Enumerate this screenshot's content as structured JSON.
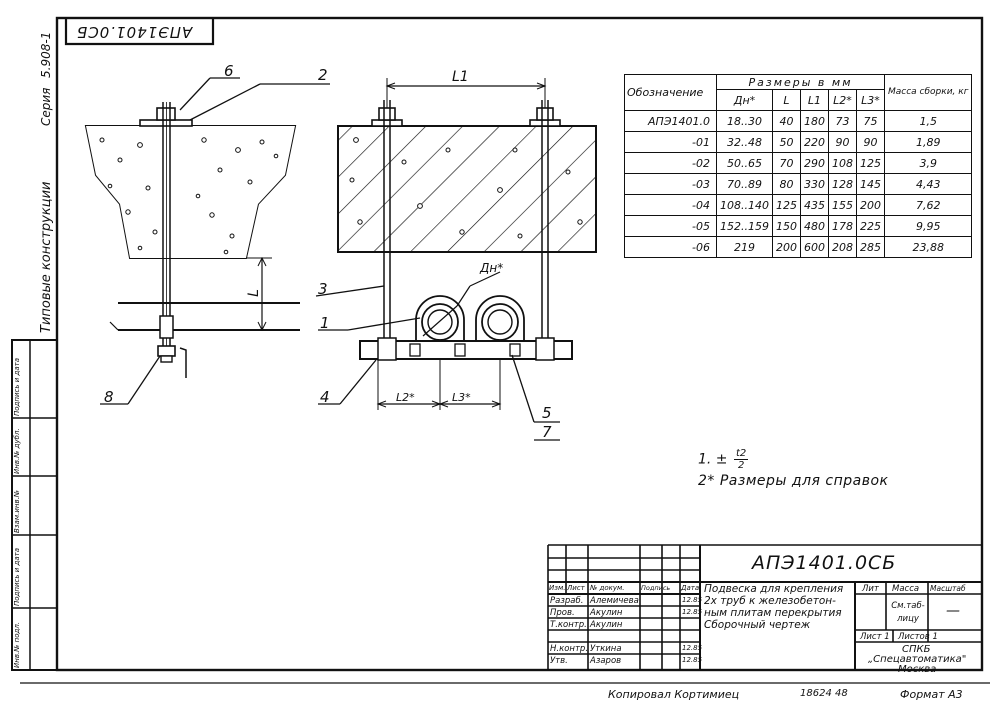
{
  "stamp_code": "АПЭ1401.0СБ",
  "side_labels": {
    "series_label": "Серия",
    "series_value": "5.908-1",
    "series_name": "Типовые конструкции",
    "margin_cols": [
      "Инв.№ подл.",
      "Подпись и дата",
      "Взам.инв.№",
      "Инв.№ дубл.",
      "Подпись и дата"
    ]
  },
  "drawing": {
    "callouts": [
      "1",
      "2",
      "3",
      "4",
      "5",
      "6",
      "7",
      "8"
    ],
    "dim_L": "L",
    "dim_L1": "L1",
    "dim_Dn": "Дн*",
    "dim_L2": "L2*",
    "dim_L3": "L3*"
  },
  "table": {
    "col_designation": "Обозначение",
    "col_sizes": "Размеры в мм",
    "col_mass": "Масса сборки, кг",
    "cols": [
      "Дн*",
      "L",
      "L1",
      "L2*",
      "L3*"
    ],
    "rows": [
      {
        "code": "АПЭ1401.0",
        "dn": "18..30",
        "l": "40",
        "l1": "180",
        "l2": "73",
        "l3": "75",
        "mass": "1,5"
      },
      {
        "code": "-01",
        "dn": "32..48",
        "l": "50",
        "l1": "220",
        "l2": "90",
        "l3": "90",
        "mass": "1,89"
      },
      {
        "code": "-02",
        "dn": "50..65",
        "l": "70",
        "l1": "290",
        "l2": "108",
        "l3": "125",
        "mass": "3,9"
      },
      {
        "code": "-03",
        "dn": "70..89",
        "l": "80",
        "l1": "330",
        "l2": "128",
        "l3": "145",
        "mass": "4,43"
      },
      {
        "code": "-04",
        "dn": "108..140",
        "l": "125",
        "l1": "435",
        "l2": "155",
        "l3": "200",
        "mass": "7,62"
      },
      {
        "code": "-05",
        "dn": "152..159",
        "l": "150",
        "l1": "480",
        "l2": "178",
        "l3": "225",
        "mass": "9,95"
      },
      {
        "code": "-06",
        "dn": "219",
        "l": "200",
        "l1": "600",
        "l2": "208",
        "l3": "285",
        "mass": "23,88"
      }
    ]
  },
  "notes": {
    "note1_prefix": "1. ±",
    "note1_num": "t2",
    "note1_den": "2",
    "note2": "2* Размеры для справок"
  },
  "title_block": {
    "doc_code": "АПЭ1401.0СБ",
    "title_lines": [
      "Подвеска для крепления",
      "2х труб к железобетон-",
      "ным плитам перекрытия",
      "Сборочный чертеж"
    ],
    "head_labels": [
      "Изм.",
      "Лист",
      "№ докум.",
      "Подпись",
      "Дата"
    ],
    "roles": [
      {
        "role": "Разраб.",
        "name": "Алемичева",
        "date": "12.85"
      },
      {
        "role": "Пров.",
        "name": "Акулин",
        "date": "12.85"
      },
      {
        "role": "Т.контр.",
        "name": "Акулин",
        "date": ""
      },
      {
        "role": "Н.контр.",
        "name": "Уткина",
        "date": "12.85"
      },
      {
        "role": "Утв.",
        "name": "Азаров",
        "date": "12.85"
      }
    ],
    "lit_label": "Лит",
    "mass_label": "Масса",
    "scale_label": "Масштаб",
    "mass_value": "См.таб-лицу",
    "scale_value": "—",
    "sheet_label": "Лист 1",
    "sheets_label": "Листов 1",
    "org_lines": [
      "СПКБ",
      "„Спецавтоматика\"",
      "Москва"
    ]
  },
  "footer": {
    "copied": "Копировал  Кортимиец",
    "number": "18624  48",
    "format": "Формат  А3"
  }
}
